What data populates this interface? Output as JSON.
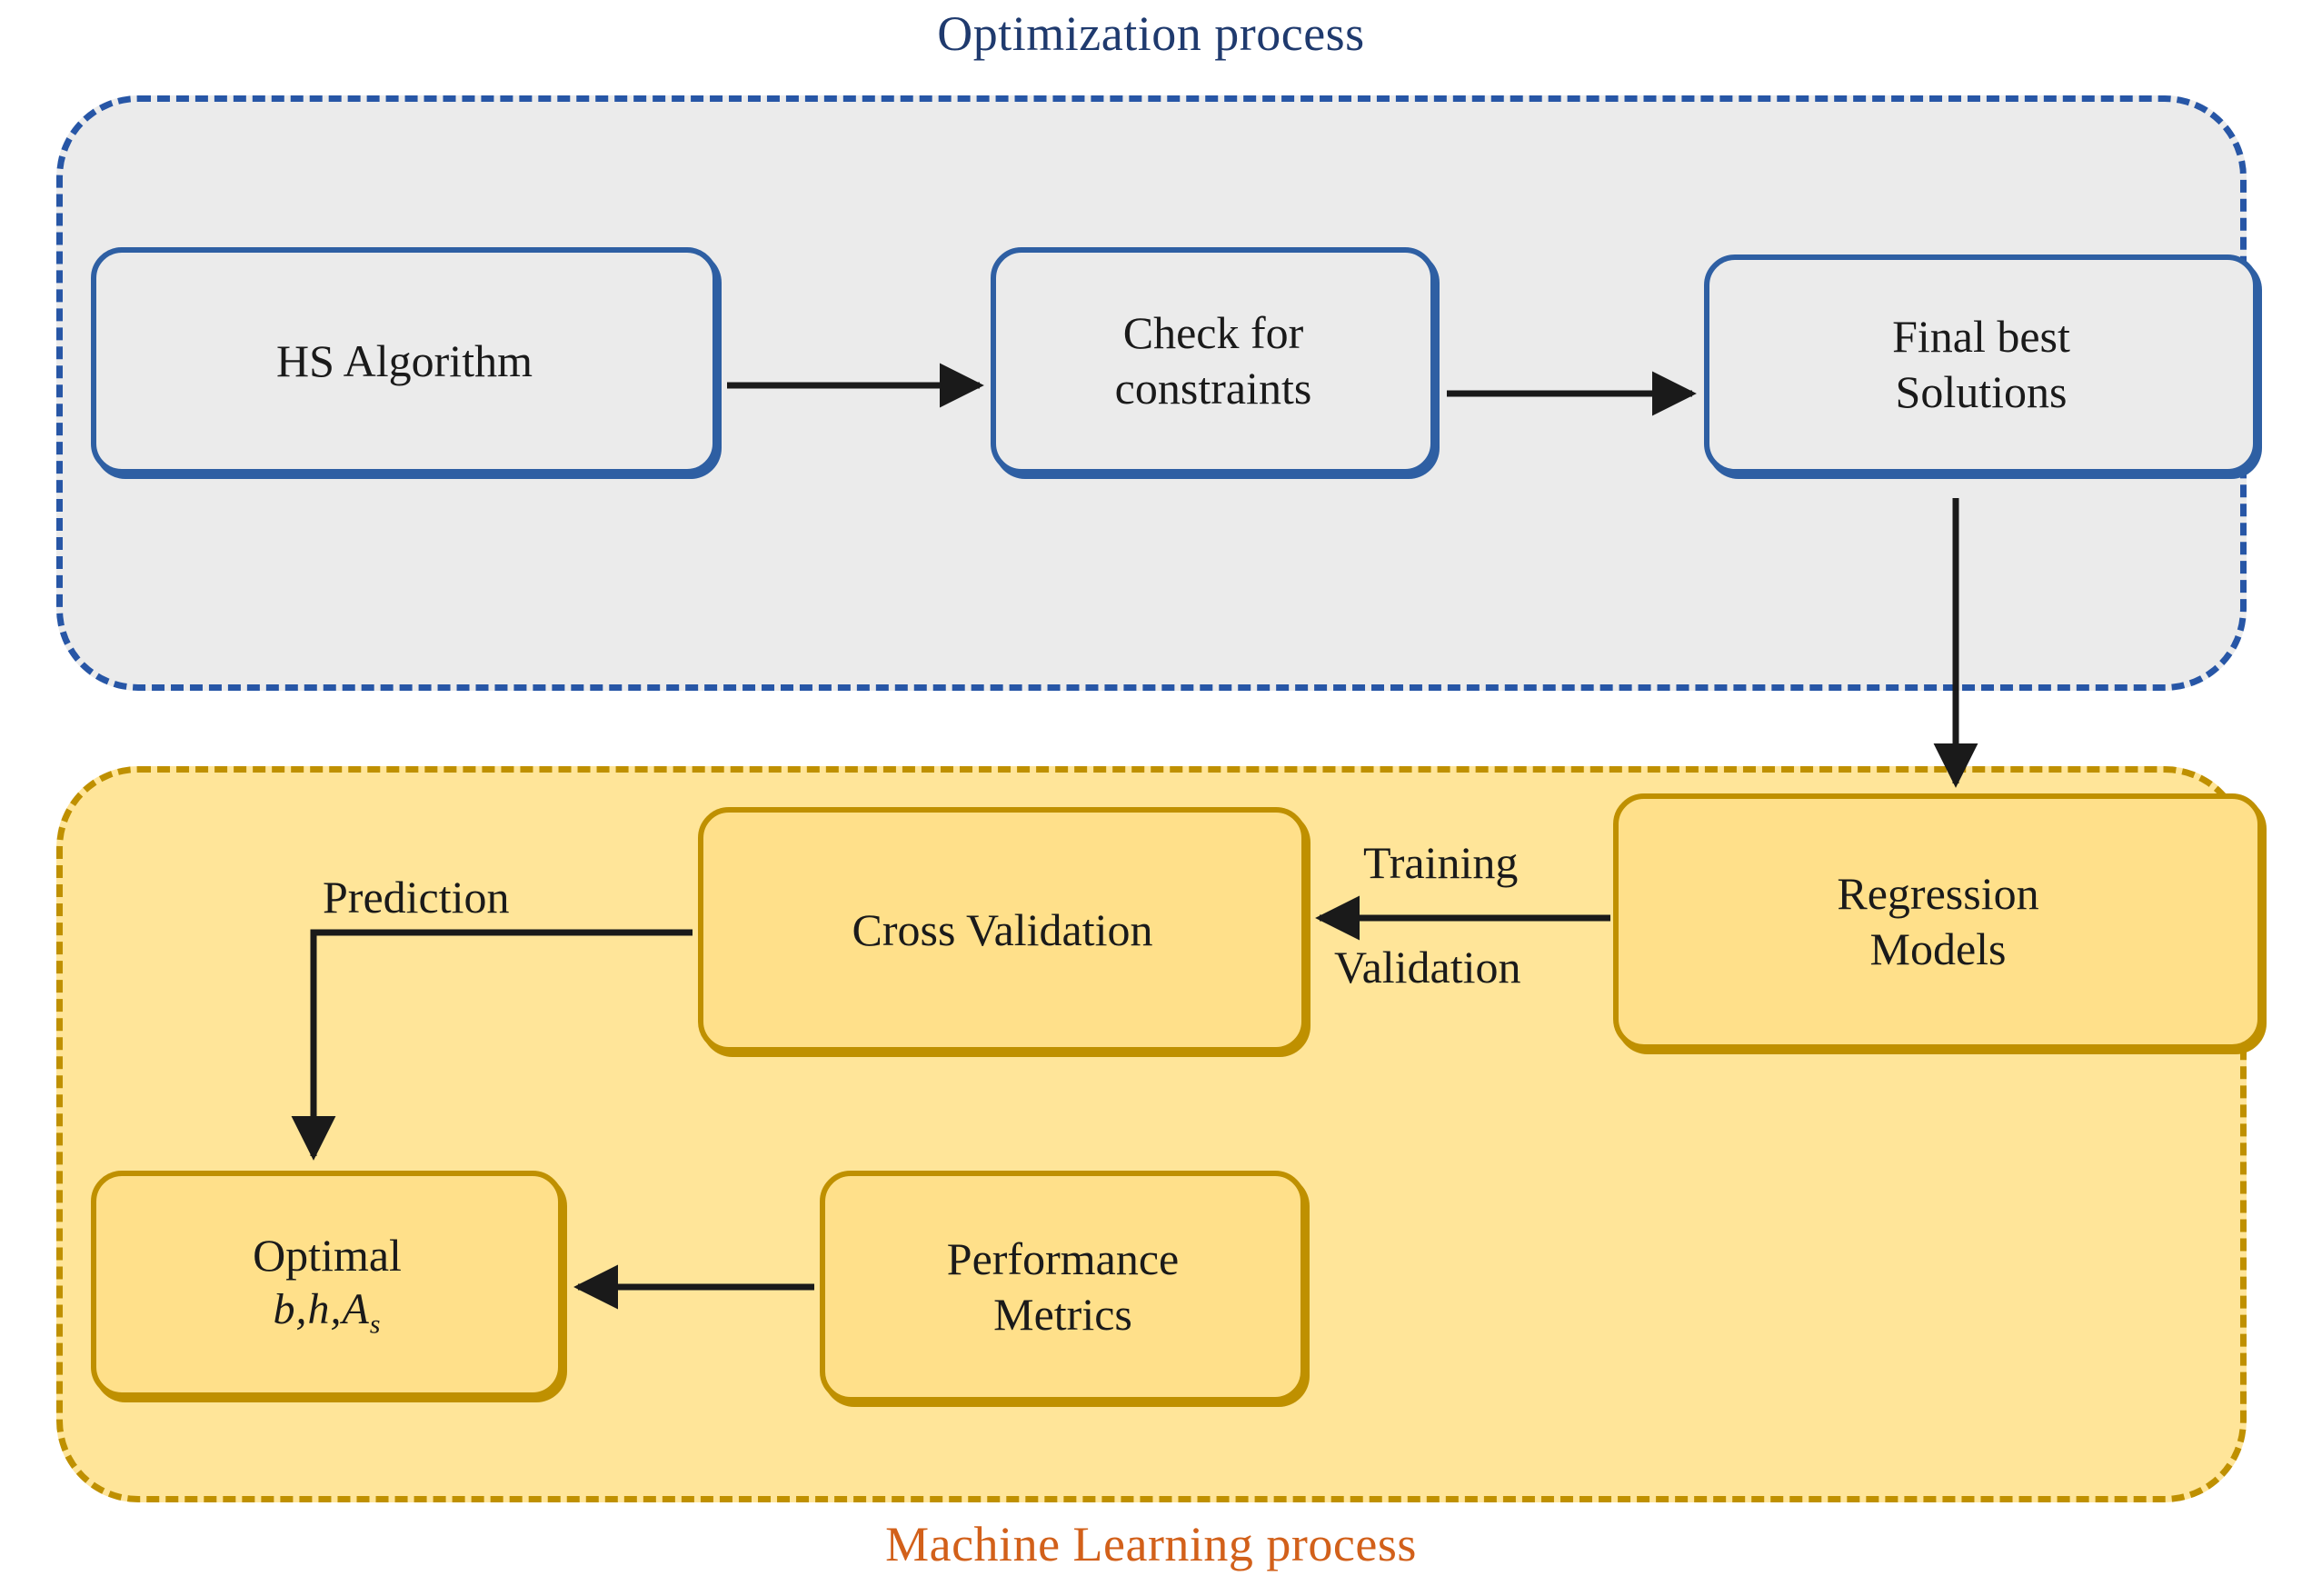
{
  "diagram": {
    "title_top": "Optimization process",
    "title_bottom": "Machine Learning process",
    "colors": {
      "optimization_border": "#2756a6",
      "optimization_fill": "#ebebeb",
      "optimization_caption": "#1f3a6e",
      "ml_border": "#bf9000",
      "ml_fill": "#ffe599",
      "ml_box_fill": "#ffe08a",
      "ml_caption": "#d2601a",
      "arrow": "#1a1a1a"
    }
  },
  "optimization": {
    "caption": "Optimization process",
    "nodes": [
      {
        "id": "hs-algorithm",
        "label": "HS Algorithm"
      },
      {
        "id": "check-constraints",
        "line1": "Check for",
        "line2": "constraints"
      },
      {
        "id": "final-solutions",
        "line1": "Final best",
        "line2": "Solutions"
      }
    ]
  },
  "machine_learning": {
    "caption": "Machine Learning process",
    "nodes": [
      {
        "id": "cross-validation",
        "label": "Cross Validation"
      },
      {
        "id": "regression-models",
        "line1": "Regression",
        "line2": "Models"
      },
      {
        "id": "optimal",
        "line1": "Optimal",
        "formula_main": "b,h,A",
        "formula_sub": "s"
      },
      {
        "id": "performance-metrics",
        "line1": "Performance",
        "line2": "Metrics"
      }
    ],
    "edge_labels": {
      "prediction": "Prediction",
      "training": "Training",
      "validation": "Validation"
    }
  },
  "edges": [
    {
      "from": "hs-algorithm",
      "to": "check-constraints",
      "label": ""
    },
    {
      "from": "check-constraints",
      "to": "final-solutions",
      "label": ""
    },
    {
      "from": "final-solutions",
      "to": "regression-models",
      "label": ""
    },
    {
      "from": "regression-models",
      "to": "cross-validation",
      "label": "Training / Validation"
    },
    {
      "from": "cross-validation",
      "to": "optimal",
      "label": "Prediction"
    },
    {
      "from": "performance-metrics",
      "to": "optimal",
      "label": ""
    }
  ]
}
